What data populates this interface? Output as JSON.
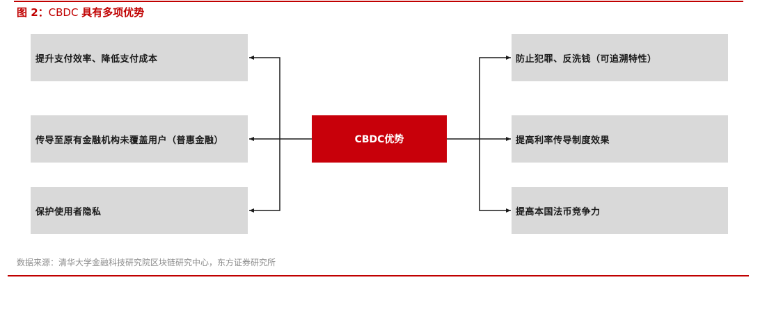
{
  "figure": {
    "title_prefix": "图 2：",
    "title_latin": "CBDC ",
    "title_cn": "具有多项优势",
    "accent_color": "#c00000",
    "center_color": "#c8000a",
    "box_color": "#d9d9d9"
  },
  "diagram": {
    "center": {
      "label": "CBDC优势"
    },
    "left_items": [
      {
        "label": "提升支付效率、降低支付成本"
      },
      {
        "label": "传导至原有金融机构未覆盖用户（普惠金融）"
      },
      {
        "label": "保护使用者隐私"
      }
    ],
    "right_items": [
      {
        "label": "防止犯罪、反洗钱（可追溯特性）"
      },
      {
        "label": "提高利率传导制度效果"
      },
      {
        "label": "提高本国法币竞争力"
      }
    ],
    "connector_icon": "arrow-head-icon"
  },
  "footer": {
    "source": "数据来源：清华大学金融科技研究院区块链研究中心，东方证券研究所"
  }
}
